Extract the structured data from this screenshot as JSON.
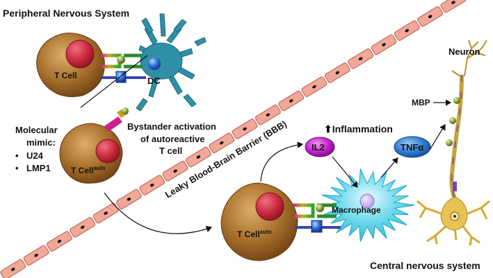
{
  "regions": {
    "pns": "Peripheral Nervous System",
    "cns": "Central nervous system"
  },
  "barrier": {
    "label": "Leaky Blood-Brain Barrier (BBB)",
    "segment_count": 22
  },
  "cells": {
    "t_cell": "T Cell",
    "t_cell_auto_main": "T Cell",
    "t_cell_auto_sup": "auto",
    "dc": "DC",
    "macrophage": "Macrophage",
    "neuron": "Neuron"
  },
  "molecules": {
    "il2": "IL2",
    "tnfa": "TNFα",
    "mbp": "MBP"
  },
  "annotations": {
    "bystander_line1": "Bystander activation",
    "bystander_line2": "of autoreactive",
    "bystander_line3": "T cell",
    "inflammation_arrow": "⬆",
    "inflammation": "Inflammation",
    "mimic_line1": "Molecular",
    "mimic_line2": "mimic:",
    "mimic_items": [
      "U24",
      "LMP1"
    ],
    "bullet": "•"
  },
  "colors": {
    "t_cell_body": "#a9712c",
    "t_cell_nucleus": "#c9283c",
    "dc": "#2f8fa6",
    "macrophage": "#2ec0d8",
    "il2": "#c020c8",
    "tnfa": "#2a7ad0",
    "barrier": "#f2a898",
    "neuron_axon": "#c8a23a",
    "neuron_body": "#e8c254"
  }
}
